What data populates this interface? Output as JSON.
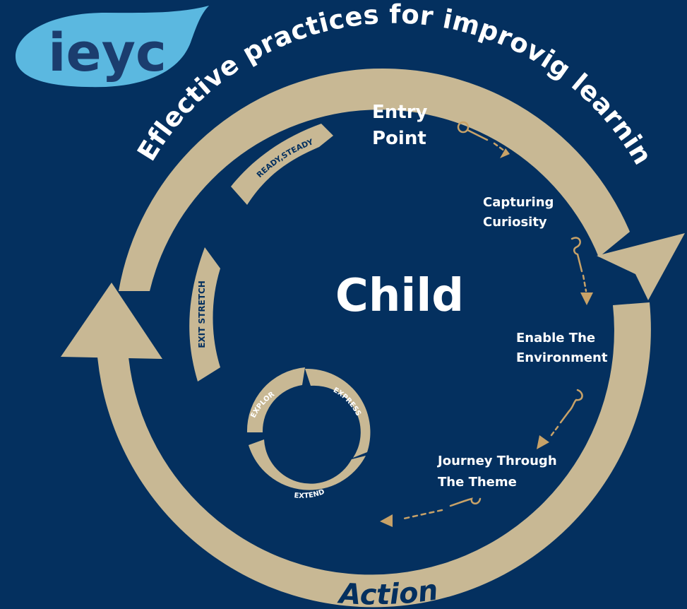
{
  "logo": {
    "text": "ieyc"
  },
  "outer_ring": {
    "title": "REflective practices for improvig learning",
    "bottom_label": "Action"
  },
  "center": {
    "label": "Child"
  },
  "stages": [
    {
      "id": "entry",
      "lines": [
        "Entry",
        "Point"
      ]
    },
    {
      "id": "curiosity",
      "lines": [
        "Capturing",
        "Curiosity"
      ]
    },
    {
      "id": "environment",
      "lines": [
        "Enable The",
        "Environment"
      ]
    },
    {
      "id": "journey",
      "lines": [
        "Journey Through",
        "The Theme"
      ]
    }
  ],
  "inner_arrows": {
    "ready": "READY,STEADY",
    "exit": "EXIT STRETCH"
  },
  "small_cycle": {
    "explor": "EXPLOR",
    "express": "EXPRESS",
    "extend": "EXTEND"
  },
  "colors": {
    "background": "#04305f",
    "ring": "#c8b894",
    "logo": "#5bb8e0",
    "pin": "#c8a268",
    "white": "#ffffff"
  }
}
